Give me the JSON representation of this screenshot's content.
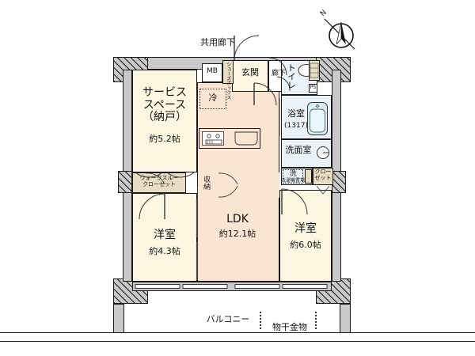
{
  "plan": {
    "compass": {
      "label": "N",
      "name": "north-arrow"
    },
    "corridor_label": "共用廊下",
    "balcony_label": "バルコニー",
    "drying_label": "物干金物"
  },
  "rooms": [
    {
      "id": "service",
      "name": "サービス\nスペース\n（納戸）",
      "area": "約5.2帖"
    },
    {
      "id": "ldk",
      "name": "LDK",
      "area": "約12.1帖"
    },
    {
      "id": "washitsu_left",
      "name": "洋室",
      "area": "約4.3帖"
    },
    {
      "id": "washitsu_right",
      "name": "洋室",
      "area": "約6.0帖"
    },
    {
      "id": "bath",
      "name": "浴室",
      "area": "(1317)"
    },
    {
      "id": "washroom",
      "name": "洗面室",
      "area": ""
    },
    {
      "id": "toilet",
      "name": "トイレ",
      "area": ""
    },
    {
      "id": "genkan",
      "name": "玄関",
      "area": ""
    },
    {
      "id": "rouka",
      "name": "廊下",
      "area": ""
    }
  ],
  "fixtures": {
    "mb": "MB",
    "shoe_box": "シューズボックス",
    "fridge": "冷",
    "walk_through_closet": "ウォークスルー\nクローゼット",
    "storage": "収納",
    "closet": "クロー\nゼット",
    "washer": "洗",
    "washer_note": "洗濯機置場",
    "meter": "PS"
  },
  "colors": {
    "ldk_fill": "#fae4d2",
    "wood_fill": "#fdf6e0",
    "tile_fill": "#eaf2f8",
    "wall": "#c9c9c9",
    "line": "#1a1a1a",
    "tan": "#e8dcc2"
  }
}
